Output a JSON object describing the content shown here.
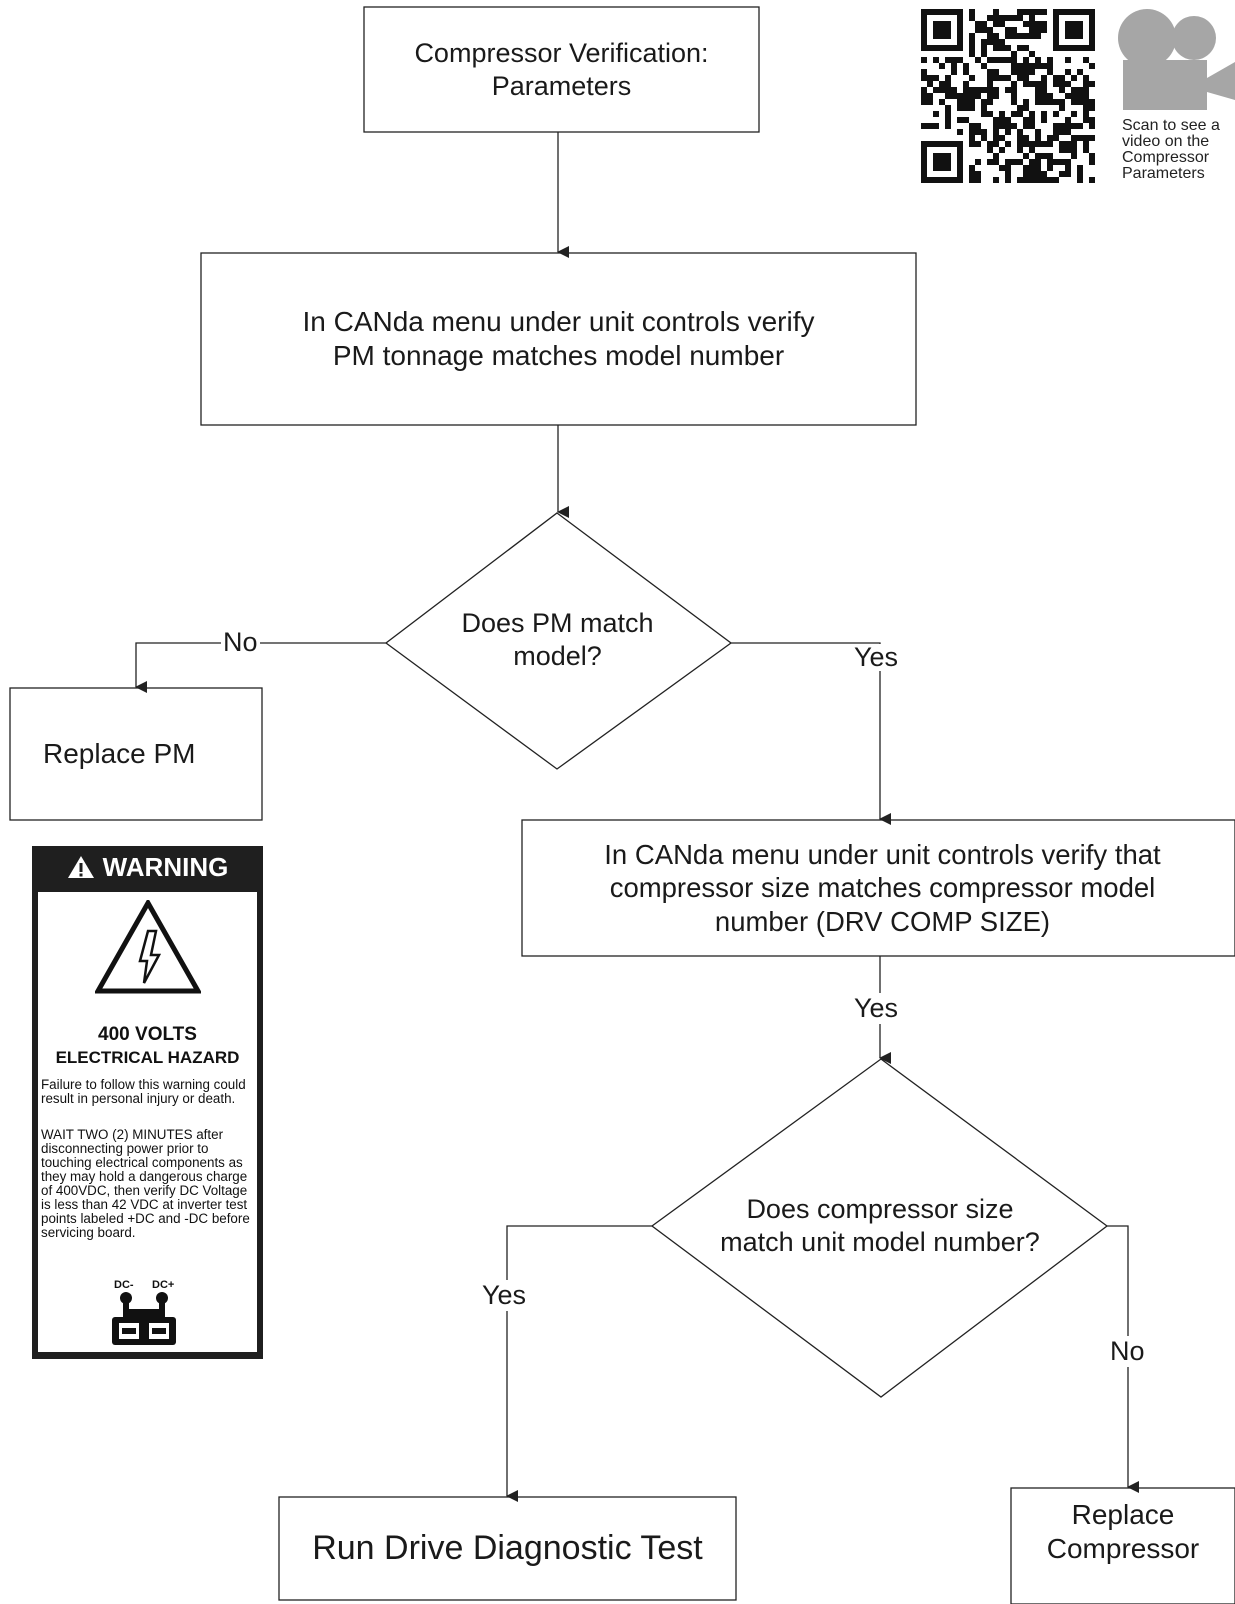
{
  "nodes": {
    "start": "Compressor Verification:\nParameters",
    "verify_pm": "In CANda  menu under unit controls verify\n PM tonnage matches model number",
    "decision_pm": "Does PM match\nmodel?",
    "replace_pm": "Replace PM",
    "verify_comp": "In CANda  menu under unit controls verify that\n compressor size matches compressor model\nnumber (DRV COMP SIZE)",
    "decision_comp": "Does compressor size\nmatch unit model number?",
    "run_test": "Run Drive Diagnostic Test",
    "replace_comp": "Replace\nCompressor"
  },
  "edge_labels": {
    "pm_no": "No",
    "pm_yes": "Yes",
    "verify_comp_yes": "Yes",
    "comp_yes": "Yes",
    "comp_no": "No"
  },
  "qr": {
    "caption": "Scan to see a\nvideo on the\nCompressor\nParameters",
    "icons": [
      "qr-code",
      "video-camera-icon"
    ]
  },
  "warning": {
    "header": "WARNING",
    "volts": "400 VOLTS",
    "hazard": "ELECTRICAL HAZARD",
    "para1": "Failure to follow this warning could result in personal injury or death.",
    "para2": "WAIT  TWO (2) MINUTES after disconnecting power prior to touching electrical components as they may hold a dangerous charge of 400VDC, then verify DC Voltage is less than 42 VDC at inverter test points labeled +DC and -DC before servicing board.",
    "dc_minus": "DC-",
    "dc_plus": "DC+"
  },
  "colors": {
    "line": "#222222",
    "camera": "#a6a6a6",
    "warning_bg": "#1f1f1f"
  }
}
